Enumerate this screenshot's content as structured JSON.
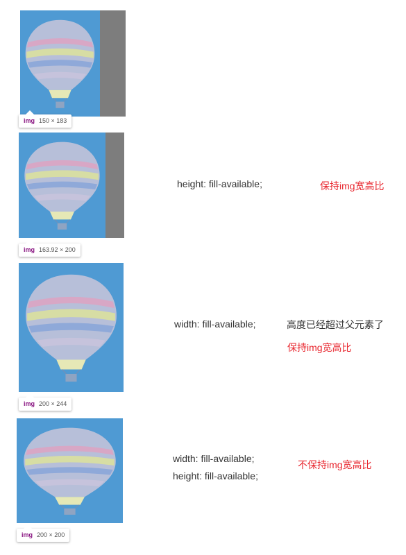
{
  "examples": [
    {
      "tooltip": {
        "tag": "img",
        "size": "150 × 183"
      }
    },
    {
      "tooltip": {
        "tag": "img",
        "size": "163.92 × 200"
      },
      "css_lines": [
        "height: fill-available;"
      ],
      "notes": [
        "保持img宽高比"
      ]
    },
    {
      "tooltip": {
        "tag": "img",
        "size": "200 × 244"
      },
      "css_lines": [
        "width: fill-available;"
      ],
      "grey_note": "高度已经超过父元素了",
      "notes": [
        "保持img宽高比"
      ]
    },
    {
      "tooltip": {
        "tag": "img",
        "size": "200 × 200"
      },
      "css_lines": [
        "width: fill-available;",
        "height: fill-available;"
      ],
      "notes": [
        "不保持img宽高比"
      ]
    }
  ],
  "colors": {
    "sky": "#4f9ad3",
    "parent_box": "#7d7d7d",
    "note_red": "#e8262e",
    "tag_purple": "#881280"
  },
  "icons": [
    "hot-air-balloon-image"
  ]
}
